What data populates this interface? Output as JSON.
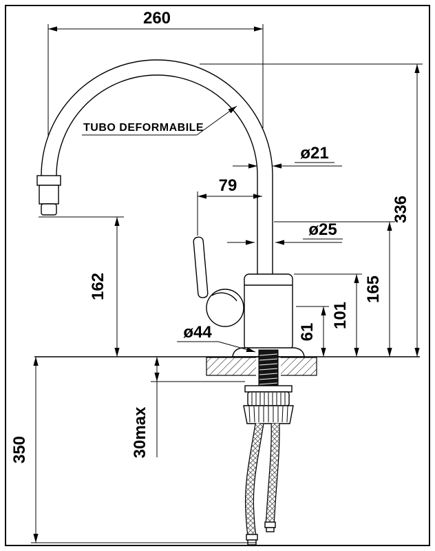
{
  "meta": {
    "background": "#ffffff",
    "line_color": "#000000"
  },
  "note": {
    "label": "TUBO DEFORMABILE"
  },
  "dimensions": {
    "total_width": "260",
    "total_height": "336",
    "spout_clearance": "162",
    "handle_offset": "79",
    "spout_tube_diameter": "ø21",
    "body_tube_diameter": "ø25",
    "height_165": "165",
    "height_101": "101",
    "height_61": "61",
    "base_diameter": "ø44",
    "max_counter_thickness": "30max",
    "hose_length": "350"
  }
}
